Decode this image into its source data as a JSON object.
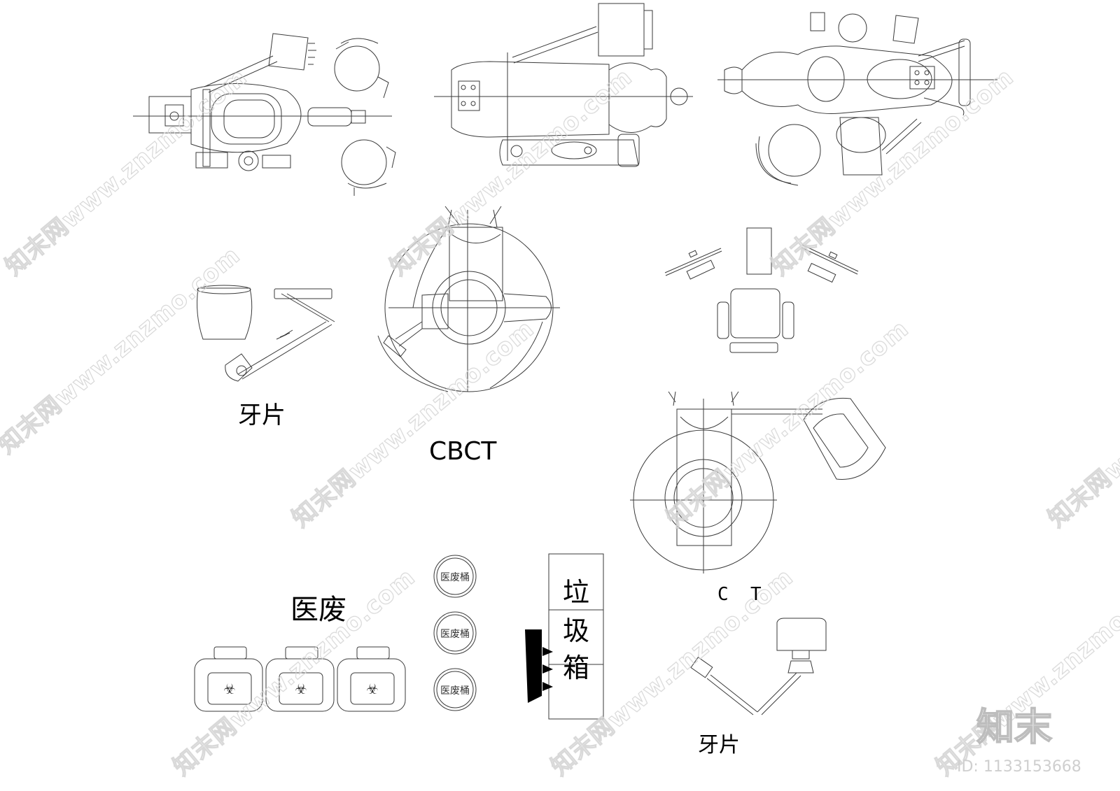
{
  "labels": {
    "dental_film_1": "牙片",
    "cbct": "CBCT",
    "medical_waste": "医废",
    "ct": "C  T",
    "dental_film_2": "牙片",
    "bin_1": "医废桶",
    "bin_2": "医废桶",
    "bin_3": "医废桶",
    "trash_1": "垃",
    "trash_2": "圾",
    "trash_3": "箱"
  },
  "watermark": {
    "text": "知末网www.znzmo.com",
    "logo": "知末",
    "id": "ID: 1133153668"
  },
  "colors": {
    "line": "#3a3a3a",
    "text": "#000000",
    "watermark": "#d4d4d4"
  }
}
